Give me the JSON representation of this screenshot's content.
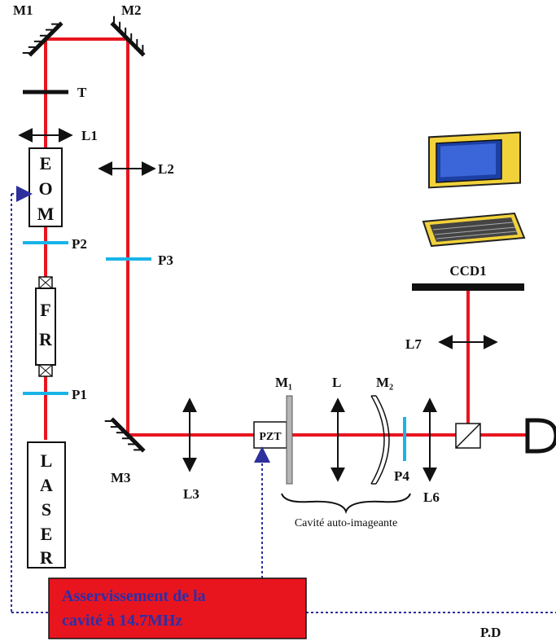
{
  "colors": {
    "beam": "#e8151f",
    "polarizer": "#18b4e8",
    "feedback_line": "#2c2f9c",
    "servo_box": "#e8151f",
    "servo_text": "#2b2fa8"
  },
  "labels": {
    "m1": "M1",
    "m2": "M2",
    "m3": "M3",
    "t": "T",
    "l1": "L1",
    "l2": "L2",
    "l3": "L3",
    "l7": "L7",
    "l6": "L6",
    "l": "L",
    "p1": "P1",
    "p2": "P2",
    "p3": "P3",
    "p4": "P4",
    "m1_sub": "M₁",
    "m2_sub": "M₂",
    "ccd1": "CCD1",
    "pd": "P.D",
    "pzt": "PZT",
    "cavity": "Cavité auto-imageante"
  },
  "eom": {
    "letters": [
      "E",
      "O",
      "M"
    ]
  },
  "fr": {
    "letters": [
      "F",
      "R"
    ]
  },
  "laser": {
    "letters": [
      "L",
      "A",
      "S",
      "E",
      "R"
    ]
  },
  "servo": {
    "line1": "Asservissement de la",
    "line2": "cavité à 14.7MHz"
  },
  "icons": [
    "computer-monitor-icon",
    "photodiode-icon",
    "double-arrow-lens-icon"
  ]
}
